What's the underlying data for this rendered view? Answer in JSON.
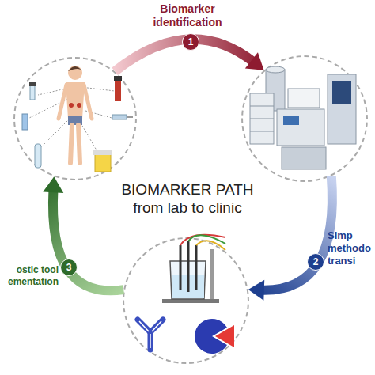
{
  "diagram": {
    "title": "BIOMARKER PATH from lab to clinic",
    "nodes": [
      {
        "text": []
      },
      {
        "text": []
      },
      {
        "text": []
      }
    ],
    "edges": [
      {
        "from": 0,
        "to": 1,
        "arrow": "to",
        "label": "Biomarker identification"
      },
      {
        "from": 1,
        "to": 2,
        "arrow": "to",
        "label": "Simp methodo transi"
      },
      {
        "from": 2,
        "to": 0,
        "arrow": "to",
        "label": "ostic tool ementation"
      }
    ],
    "labels": [
      "1",
      "2",
      "3"
    ]
  }
}
